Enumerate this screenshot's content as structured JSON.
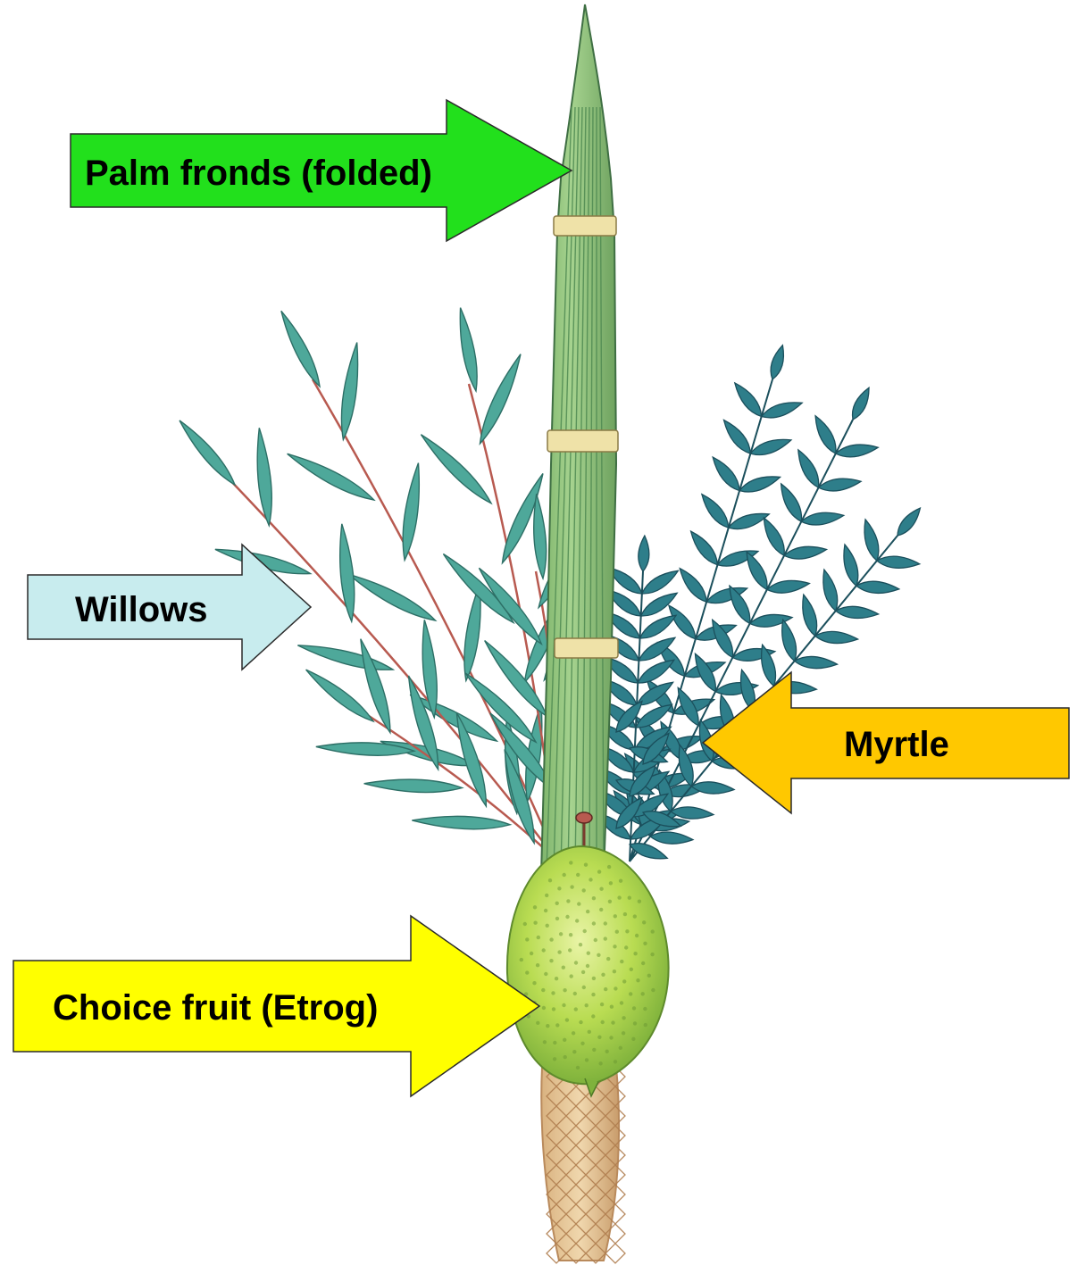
{
  "labels": {
    "palm": "Palm fronds (folded)",
    "willows": "Willows",
    "myrtle": "Myrtle",
    "etrog": "Choice fruit (Etrog)"
  },
  "colors": {
    "palm_arrow": "#22e01c",
    "willows_arrow": "#c8ecee",
    "myrtle_arrow": "#ffc800",
    "etrog_arrow": "#ffff00",
    "palm_green": "#8fc47a",
    "palm_dark": "#4f8a52",
    "binding": "#efe2a8",
    "willow_leaf": "#4ea89a",
    "willow_dark": "#2d6f66",
    "willow_stem": "#b85a50",
    "myrtle_leaf": "#2e7e8a",
    "myrtle_dark": "#1b4f5c",
    "etrog_fill": "#b6dc4e",
    "etrog_light": "#e2f19a",
    "holder_fill": "#e6c79a",
    "holder_line": "#b98a5c"
  }
}
